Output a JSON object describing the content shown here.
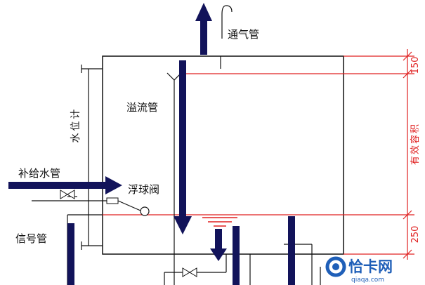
{
  "labels": {
    "vent_pipe": "通气管",
    "overflow_pipe": "溢流管",
    "water_level_gauge": "水位计",
    "makeup_water_pipe": "补给水管",
    "float_valve": "浮球阀",
    "signal_pipe": "信号管",
    "effective_volume": "有效容积"
  },
  "dimensions": {
    "top_freeboard": "150",
    "bottom_clearance": "250"
  },
  "watermark": {
    "name": "恰卡网",
    "url": "qiaqa.com"
  },
  "colors": {
    "arrow": "#12135a",
    "dimension": "#e02020",
    "line": "#111111",
    "watermark": "#1f5fb8"
  }
}
